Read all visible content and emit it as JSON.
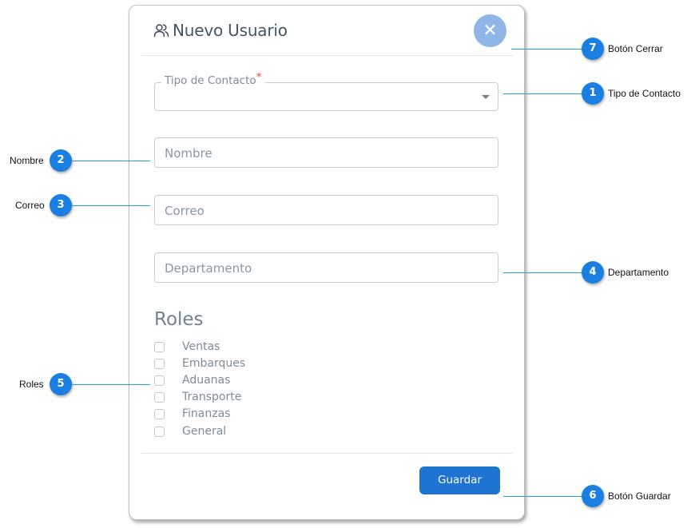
{
  "modal": {
    "title": "Nuevo Usuario",
    "close_label": "✕",
    "contact_type": {
      "label": "Tipo de Contacto",
      "required_mark": "*",
      "value": ""
    },
    "name_placeholder": "Nombre",
    "email_placeholder": "Correo",
    "department_placeholder": "Departamento",
    "roles_title": "Roles",
    "roles": [
      {
        "label": "Ventas",
        "checked": false
      },
      {
        "label": "Embarques",
        "checked": false
      },
      {
        "label": "Aduanas",
        "checked": false
      },
      {
        "label": "Transporte",
        "checked": false
      },
      {
        "label": "Finanzas",
        "checked": false
      },
      {
        "label": "General",
        "checked": false
      }
    ],
    "save_label": "Guardar"
  },
  "callouts": [
    {
      "number": "7",
      "label": "Botón Cerrar"
    },
    {
      "number": "1",
      "label": "Tipo de Contacto"
    },
    {
      "number": "2",
      "label": "Nombre"
    },
    {
      "number": "3",
      "label": "Correo"
    },
    {
      "number": "4",
      "label": "Departamento"
    },
    {
      "number": "5",
      "label": "Roles"
    },
    {
      "number": "6",
      "label": "Botón Guardar"
    }
  ],
  "colors": {
    "badge": "#1a7fe0",
    "callout_line": "#2a9fd0",
    "close_button": "#8fb6e6",
    "save_button": "#1f73d1",
    "required": "#e0533f"
  },
  "icons": {
    "header": "users-icon",
    "close": "close-icon",
    "select": "chevron-down-icon"
  }
}
